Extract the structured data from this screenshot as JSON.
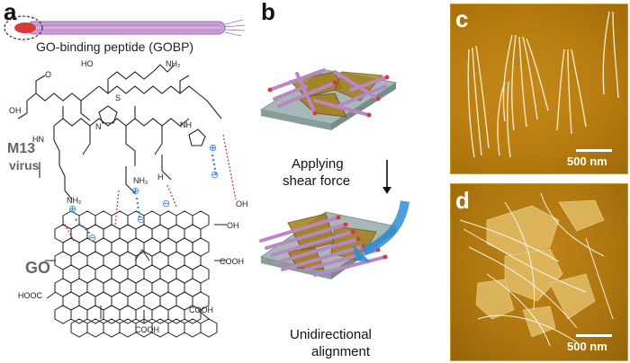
{
  "panels": {
    "a": {
      "label": "a",
      "gobp_label": "GO-binding peptide (GOBP)",
      "virus_label_line1": "M13",
      "virus_label_line2": "virus",
      "go_label": "GO",
      "atoms": {
        "O": "O",
        "OH": "OH",
        "N": "N",
        "NH": "NH",
        "HN": "HN",
        "H": "H",
        "NH2": "NH₂",
        "S": "S",
        "COOH": "COOH",
        "HOOC": "HOOC",
        "HO": "HO",
        "plus": "⊕",
        "minus": "⊖"
      }
    },
    "b": {
      "label": "b",
      "step_line1": "Applying",
      "step_line2": "shear force",
      "result_line1": "Unidirectional",
      "result_line2": "alignment"
    },
    "c": {
      "label": "c",
      "scale": "500 nm"
    },
    "d": {
      "label": "d",
      "scale": "500 nm"
    }
  },
  "colors": {
    "phage": "#cc9fd6",
    "phage_tip": "#d63a3a",
    "go_sheet": "#a37c14",
    "substrate": "#a7b8b9",
    "afm_bg": "#b77c0f",
    "hbond_blue": "#3f7fc9",
    "hbond_red": "#c0392b",
    "arrow_blue": "#2f8fd6"
  }
}
